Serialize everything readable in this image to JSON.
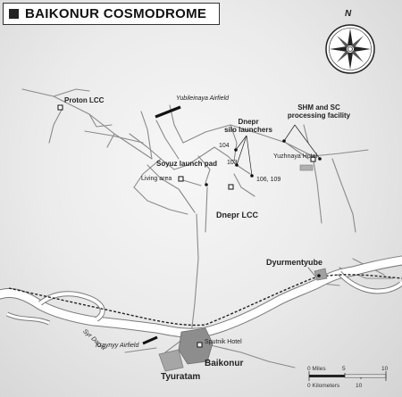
{
  "title": "BAIKONUR COSMODROME",
  "compass": {
    "north_label": "N"
  },
  "places": {
    "proton_lcc": "Proton LCC",
    "yubileinaya": "Yubileinaya Airfield",
    "dnepr_silo": [
      "Dnepr",
      "silo launchers"
    ],
    "shm_sc": [
      "SHM and SC",
      "processing facility"
    ],
    "yuzhnaya_hotel": "Yuzhnaya Hotel",
    "soyuz_pad": "Soyuz launch pad",
    "living_area": "Living area",
    "dnepr_lcc": "Dnepr LCC",
    "silo_104": "104",
    "silo_103": "103",
    "silo_106_109": "106, 109",
    "dyurmentyube": "Dyurmentyube",
    "syr_darya": "Syr Darya",
    "kraynyy": "Kraynyy Airfield",
    "sputnik_hotel": "Sputnik Hotel",
    "baikonur": "Baikonur",
    "tyuratam": "Tyuratam"
  },
  "scale": {
    "miles_label": "0 Miles",
    "miles_mid": "5",
    "miles_end": "10",
    "km_label": "0 Kilometers",
    "km_end": "10"
  },
  "colors": {
    "road": "#8a8a8a",
    "river_fill": "#ffffff",
    "river_edge": "#7a7a7a",
    "rail": "#222222",
    "town": "#8d8d8d",
    "airstrip": "#111111"
  }
}
